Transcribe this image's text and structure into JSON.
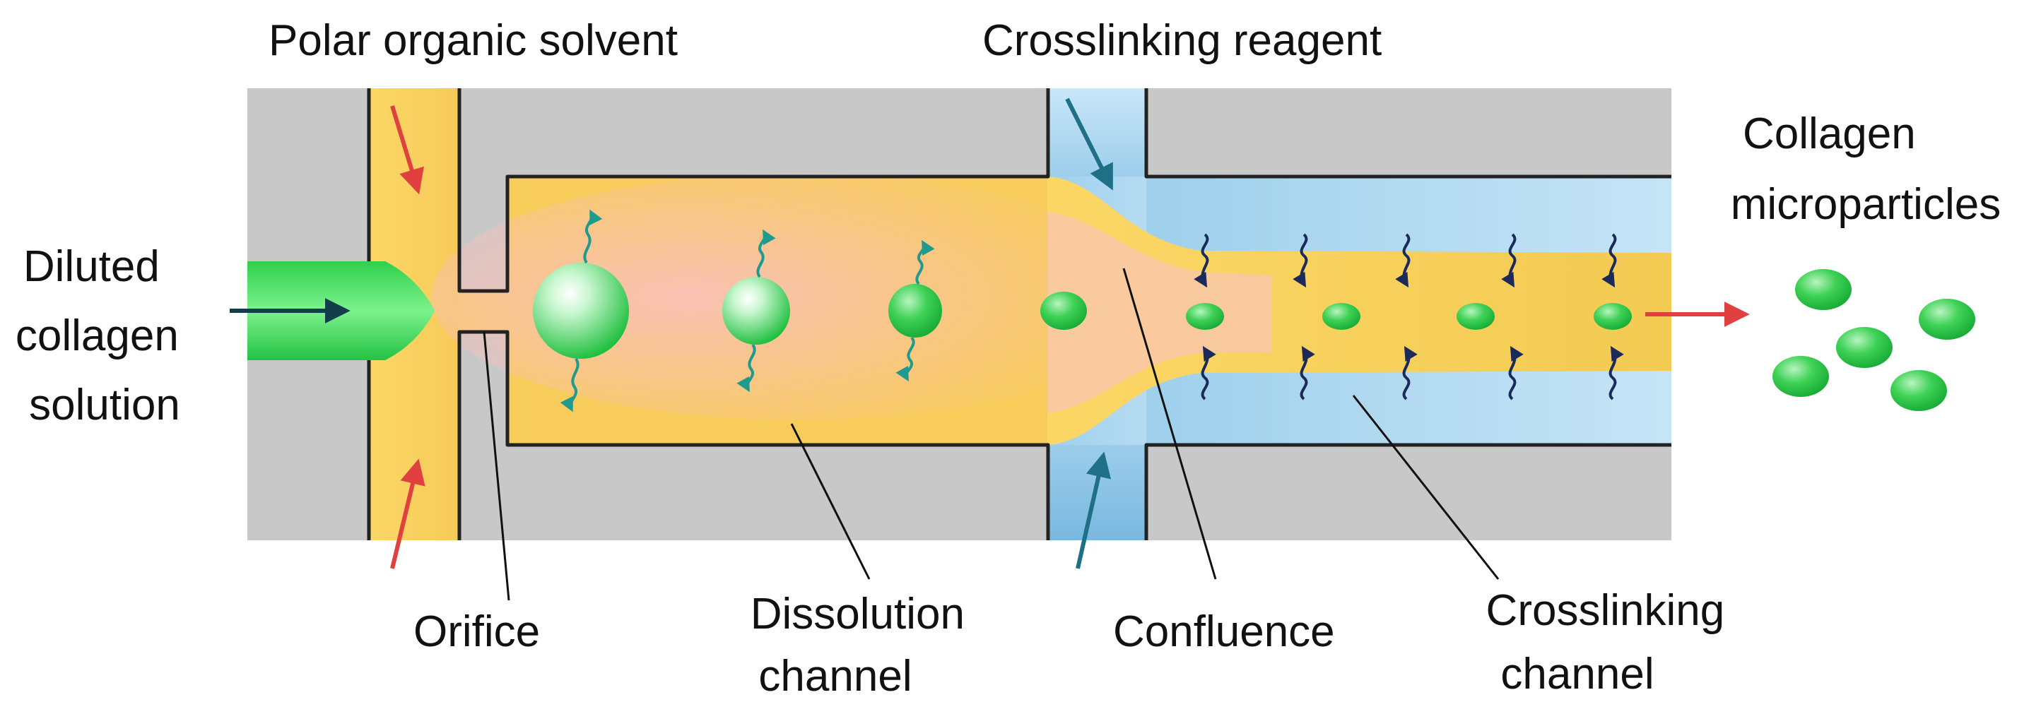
{
  "labels": {
    "polar_solvent": "Polar organic solvent",
    "crosslinking_reagent": "Crosslinking reagent",
    "diluted_line1": "Diluted",
    "diluted_line2": "collagen",
    "diluted_line3": "solution",
    "microparticles_line1": "Collagen",
    "microparticles_line2": "microparticles",
    "orifice": "Orifice",
    "dissolution_line1": "Dissolution",
    "dissolution_line2": "channel",
    "confluence": "Confluence",
    "crosslinking_channel_line1": "Crosslinking",
    "crosslinking_channel_line2": "channel"
  },
  "colors": {
    "wall": "#c8c8c8",
    "solvent": "#f8d060",
    "collagen": "#33c84a",
    "reagent": "#a8d4f0",
    "inflow_arrow": "#e04040",
    "reagent_arrow": "#1f6f86",
    "diffusion_arrow": "#1f9a8f",
    "crosslink_arrow": "#1a2a5a"
  }
}
